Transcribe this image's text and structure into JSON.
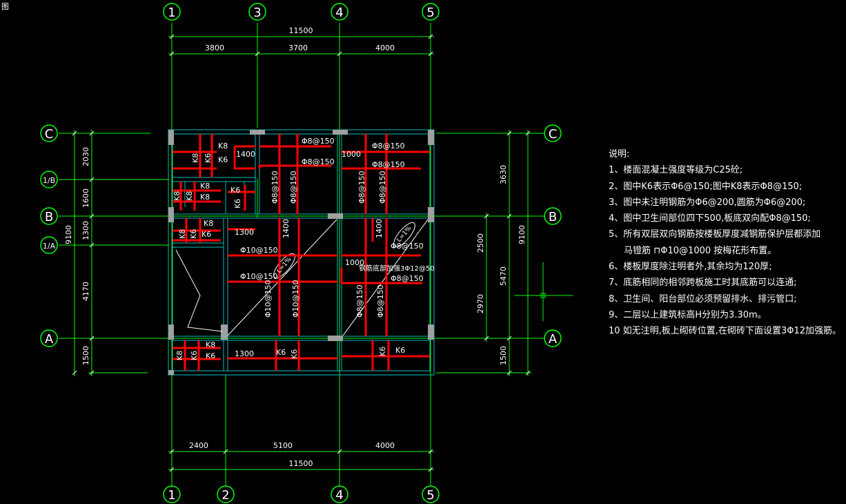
{
  "corner_label": "图",
  "axes": {
    "top": [
      "1",
      "3",
      "4",
      "5"
    ],
    "bottom": [
      "1",
      "2",
      "4",
      "5"
    ],
    "left": [
      "C",
      "1/B",
      "B",
      "1/A",
      "A"
    ],
    "right": [
      "C",
      "B",
      "A"
    ]
  },
  "dims": {
    "top_total": "11500",
    "top_spans": [
      "3800",
      "3700",
      "4000"
    ],
    "bottom_total": "11500",
    "bottom_spans": [
      "2400",
      "5100",
      "4000"
    ],
    "left_total": "9100",
    "left_spans": [
      "2030",
      "1600",
      "1300",
      "4170",
      "1500"
    ],
    "right_total": "9100",
    "right_inner": [
      "3630",
      "5470",
      "1500"
    ],
    "right_sub": [
      "2500",
      "2970"
    ]
  },
  "rebar_labels": {
    "k8": "K8",
    "k6": "K6",
    "phi8_150": "Φ8@150",
    "phi10_150": "Φ10@150",
    "len1400": "1400",
    "len1000": "1000",
    "len1300": "1300",
    "extra": "钢筋底部加强3Φ12@50",
    "slope_a": "L=1%",
    "slope_b": "L=1%"
  },
  "notes": {
    "title": "说明:",
    "items": [
      "1、楼面混凝土强度等级为C25砼;",
      "2、图中K6表示Φ6@150;图中K8表示Φ8@150;",
      "3、图中未注明钢筋为Φ6@200,圆筋为Φ6@200;",
      "4、图中卫生间部位四下500,板底双向配Φ8@150;",
      "5、所有双层双向钢筋按楼板厚度减钢筋保护层都添加",
      "马镫筋 ⊓Φ10@1000 按梅花形布置。",
      "6、楼板厚度除注明者外,其余均为120厚;",
      "7、底筋相同的相邻跨板施工时其底筋可以连通;",
      "8、卫生间、阳台部位必须预留排水、排污管口;",
      "9、二层以上建筑标高H分别为3.30m。",
      "10 如无注明,板上砌砖位置,在砌砖下面设置3Φ12加强筋。"
    ]
  },
  "colors": {
    "grid": "#00ff00",
    "rebar": "#ff0000",
    "wall": "#00c0c0",
    "text": "#ffffff",
    "column": "#a0a0a0"
  }
}
